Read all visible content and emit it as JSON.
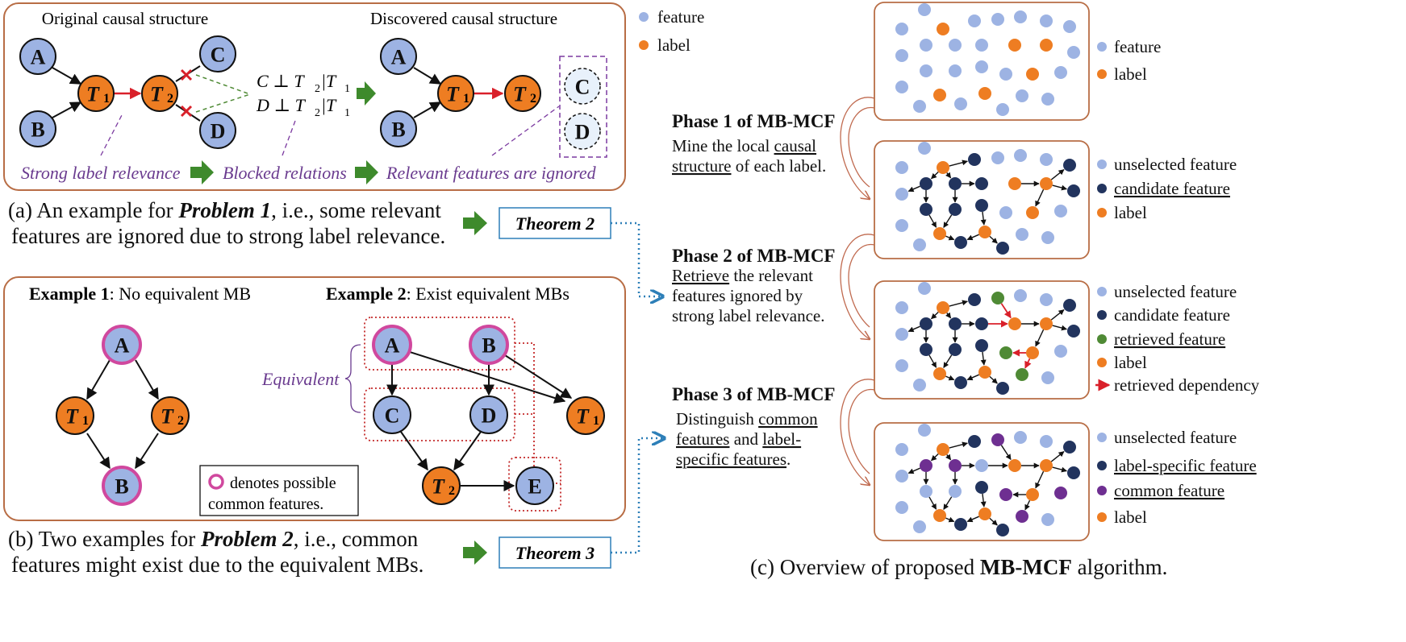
{
  "colors": {
    "feature": "#9db3e3",
    "label": "#ee7d22",
    "candidate": "#22345e",
    "retrieved": "#4f8a35",
    "common": "#6e2f91",
    "frame": "#b86d45",
    "arrow_green": "#3e8a2c",
    "red": "#d9202a",
    "purple_text": "#6a3b8f",
    "blue_dotted": "#2d7fb8",
    "magenta_ring": "#d0489e"
  },
  "panel_a": {
    "original_title": "Original causal structure",
    "discovered_title": "Discovered causal structure",
    "node_A": "A",
    "node_B": "B",
    "node_C": "C",
    "node_D": "D",
    "node_T1": "T",
    "node_T1_sub": "1",
    "node_T2": "T",
    "node_T2_sub": "2",
    "ci_1": "C ⊥ T",
    "ci_1_rest": "|T",
    "ci_2": "D ⊥ T",
    "ci_2_rest": "|T",
    "strong": "Strong label relevance",
    "blocked": "Blocked relations",
    "ignored": "Relevant features are ignored",
    "caption_line1_pre": "(a) An example for ",
    "caption_line1_bold": "Problem 1",
    "caption_line1_post": ", i.e., some relevant",
    "caption_line2": "features are ignored due to strong label relevance.",
    "theorem": "Theorem 2"
  },
  "legend_top": {
    "feature": "feature",
    "label": "label"
  },
  "panel_b": {
    "example1_bold": "Example 1",
    "example1_rest": ": No equivalent MB",
    "example2_bold": "Example 2",
    "example2_rest": ": Exist equivalent MBs",
    "equivalent": "Equivalent",
    "node_A": "A",
    "node_B": "B",
    "node_C": "C",
    "node_D": "D",
    "node_E": "E",
    "node_T": "T",
    "sub1": "1",
    "sub2": "2",
    "note_line1": "denotes possible",
    "note_line2": "common features.",
    "caption_line1_pre": "(b) Two examples for ",
    "caption_line1_bold": "Problem 2",
    "caption_line1_post": ", i.e., common",
    "caption_line2": "features might exist due to the equivalent MBs.",
    "theorem": "Theorem 3"
  },
  "panel_c": {
    "phase1_title": "Phase 1 of MB-MCF",
    "phase1_l1_pre": "Mine the local ",
    "phase1_l1_u": "causal",
    "phase1_l2_u": "structure",
    "phase1_l2_post": " of each label.",
    "phase2_title": "Phase 2 of MB-MCF",
    "phase2_l1_u": "Retrieve",
    "phase2_l1_post": " the relevant",
    "phase2_l2": "features ignored by",
    "phase2_l3": "strong label relevance.",
    "phase3_title": "Phase 3 of MB-MCF",
    "phase3_l1_pre": "Distinguish ",
    "phase3_l1_u": "common",
    "phase3_l2_u1": "features",
    "phase3_l2_mid": " and ",
    "phase3_l2_u2": "label-",
    "phase3_l3_u": "specific features",
    "phase3_l3_post": ".",
    "legend1": [
      "feature",
      "label"
    ],
    "legend2": [
      "unselected feature",
      "candidate feature",
      "label"
    ],
    "legend3": [
      "unselected feature",
      "candidate feature",
      "retrieved feature",
      "label",
      "retrieved dependency"
    ],
    "legend4": [
      "unselected feature",
      "label-specific feature",
      "common feature",
      "label"
    ],
    "caption_pre": "(c) Overview of proposed ",
    "caption_bold": "MB-MCF",
    "caption_post": " algorithm."
  }
}
